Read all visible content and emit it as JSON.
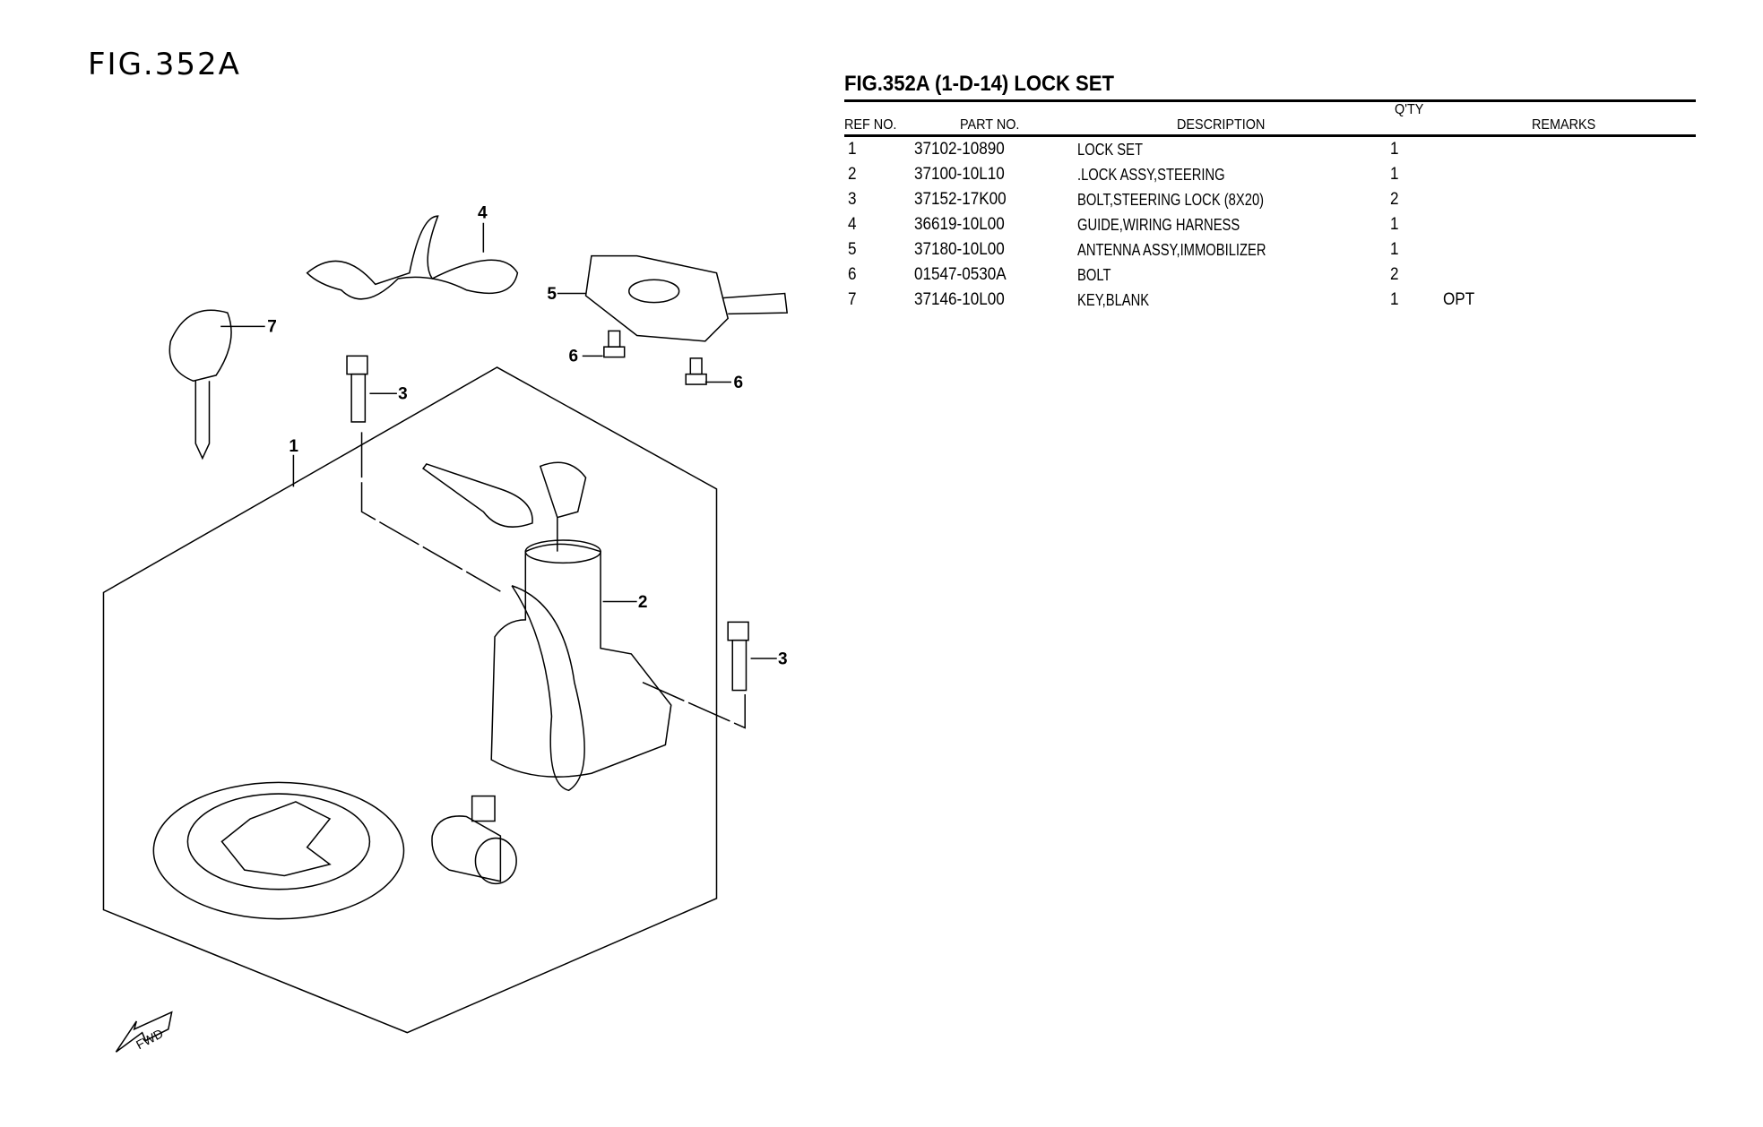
{
  "figure_label": "FIG.352A",
  "title": "FIG.352A (1-D-14) LOCK SET",
  "headers": {
    "ref": "REF NO.",
    "part": "PART NO.",
    "description": "DESCRIPTION",
    "qty": "Q'TY",
    "remarks": "REMARKS"
  },
  "rows": [
    {
      "ref": "1",
      "part": "37102-10890",
      "description": "LOCK SET",
      "qty": "1",
      "remarks": ""
    },
    {
      "ref": "2",
      "part": "37100-10L10",
      "description": ".LOCK ASSY,STEERING",
      "qty": "1",
      "remarks": ""
    },
    {
      "ref": "3",
      "part": "37152-17K00",
      "description": "BOLT,STEERING LOCK (8X20)",
      "qty": "2",
      "remarks": ""
    },
    {
      "ref": "4",
      "part": "36619-10L00",
      "description": "GUIDE,WIRING HARNESS",
      "qty": "1",
      "remarks": ""
    },
    {
      "ref": "5",
      "part": "37180-10L00",
      "description": "ANTENNA ASSY,IMMOBILIZER",
      "qty": "1",
      "remarks": ""
    },
    {
      "ref": "6",
      "part": "01547-0530A",
      "description": "BOLT",
      "qty": "2",
      "remarks": ""
    },
    {
      "ref": "7",
      "part": "37146-10L00",
      "description": "KEY,BLANK",
      "qty": "1",
      "remarks": "OPT"
    }
  ],
  "callouts": {
    "c1": "1",
    "c2": "2",
    "c3a": "3",
    "c3b": "3",
    "c4": "4",
    "c5": "5",
    "c6a": "6",
    "c6b": "6",
    "c7": "7"
  },
  "fwd_label": "FWD"
}
